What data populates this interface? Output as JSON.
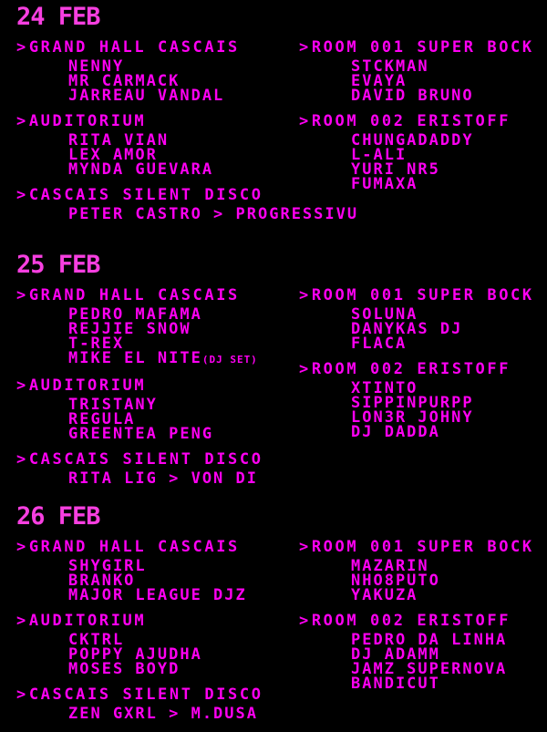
{
  "marker": ">",
  "colors": {
    "background": "#000000",
    "text": "#ff00f2",
    "date": "#f73fe0"
  },
  "days": [
    {
      "date": "24 FEB",
      "left": [
        {
          "venue": "GRAND HALL CASCAIS",
          "artists": [
            "NENNY",
            "MR CARMACK",
            "JARREAU VANDAL"
          ]
        },
        {
          "venue": "AUDITORIUM",
          "artists": [
            "RITA VIAN",
            "LEX AMOR",
            "MYNDA GUEVARA"
          ]
        },
        {
          "venue": "CASCAIS SILENT DISCO",
          "artists": [
            "PETER CASTRO > PROGRESSIVU"
          ]
        }
      ],
      "right": [
        {
          "venue": "ROOM 001 SUPER BOCK",
          "artists": [
            "STCKMAN",
            "EVAYA",
            "DAVID BRUNO"
          ]
        },
        {
          "venue": "ROOM 002 ERISTOFF",
          "artists": [
            "CHUNGADADDY",
            "L-ALI",
            "YURI NR5",
            "FUMAXA"
          ]
        }
      ]
    },
    {
      "date": "25 FEB",
      "left": [
        {
          "venue": "GRAND HALL CASCAIS",
          "artists": [
            "PEDRO MAFAMA",
            "REJJIE SNOW",
            "T-REX",
            "MIKE EL NITE"
          ],
          "note": "(DJ SET)"
        },
        {
          "venue": "AUDITORIUM",
          "artists": [
            "TRISTANY",
            "REGULA",
            "GREENTEA PENG"
          ]
        },
        {
          "venue": "CASCAIS SILENT DISCO",
          "artists": [
            "RITA LIG > VON DI"
          ]
        }
      ],
      "right": [
        {
          "venue": "ROOM 001 SUPER BOCK",
          "artists": [
            "SOLUNA",
            "DANYKAS DJ",
            "FLACA"
          ]
        },
        {
          "venue": "ROOM 002 ERISTOFF",
          "artists": [
            "XTINTO",
            "SIPPINPURPP",
            "LON3R JOHNY",
            "DJ DADDA"
          ]
        }
      ]
    },
    {
      "date": "26 FEB",
      "left": [
        {
          "venue": "GRAND HALL CASCAIS",
          "artists": [
            "SHYGIRL",
            "BRANKO",
            "MAJOR LEAGUE DJZ"
          ]
        },
        {
          "venue": "AUDITORIUM",
          "artists": [
            "CKTRL",
            "POPPY AJUDHA",
            "MOSES BOYD"
          ]
        },
        {
          "venue": "CASCAIS SILENT DISCO",
          "artists": [
            "ZEN GXRL > M.DUSA"
          ]
        }
      ],
      "right": [
        {
          "venue": "ROOM 001 SUPER BOCK",
          "artists": [
            "MAZARIN",
            "NHO8PUTO",
            "YAKUZA"
          ]
        },
        {
          "venue": "ROOM 002 ERISTOFF",
          "artists": [
            "PEDRO DA LINHA",
            "DJ ADAMM",
            "JAMZ SUPERNOVA",
            "BANDICUT"
          ]
        }
      ]
    }
  ]
}
